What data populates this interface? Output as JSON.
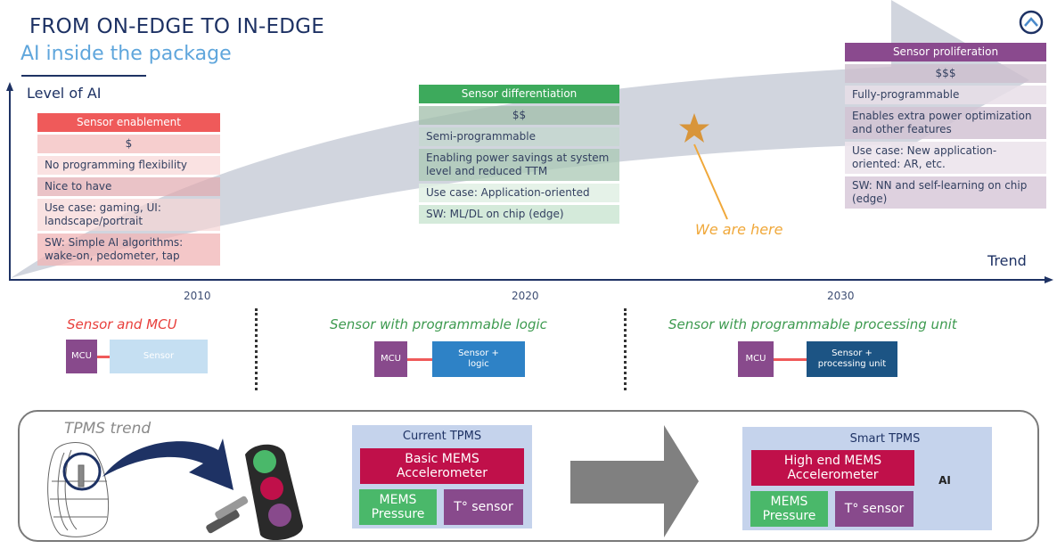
{
  "header": {
    "title": "FROM ON-EDGE TO IN-EDGE",
    "subtitle": "AI inside the package",
    "nav_icon": "chevron-up-circle-icon"
  },
  "axes": {
    "y_label": "Level of AI",
    "x_label": "Trend",
    "years": [
      "2010",
      "2020",
      "2030"
    ]
  },
  "colors": {
    "navy": "#1e3264",
    "light_blue": "#5fa6dc",
    "red": "#ef5a5a",
    "green": "#3daa5c",
    "purple": "#884a8c",
    "star": "#e29a34",
    "gray_arrow": "#c9ced8"
  },
  "stages": [
    {
      "header": "Sensor enablement",
      "cost": "$",
      "rows": [
        "No programming flexibility",
        "Nice to have",
        "Use case: gaming, UI: landscape/portrait",
        "SW: Simple AI algorithms: wake-on, pedometer, tap"
      ]
    },
    {
      "header": "Sensor differentiation",
      "cost": "$$",
      "rows": [
        "Semi-programmable",
        "Enabling power savings at system level and reduced TTM",
        "Use case: Application-oriented",
        "SW: ML/DL on chip (edge)"
      ]
    },
    {
      "header": "Sensor proliferation",
      "cost": "$$$",
      "rows": [
        "Fully-programmable",
        "Enables extra power optimization and other features",
        "Use case: New application-oriented: AR, etc.",
        "SW: NN and self-learning on chip (edge)"
      ]
    }
  ],
  "marker": {
    "label": "We are here",
    "icon": "star-icon"
  },
  "architectures": [
    {
      "title": "Sensor and MCU",
      "mcu": "MCU",
      "sensor": "Sensor",
      "color": "#e8403c"
    },
    {
      "title": "Sensor with programmable logic",
      "mcu": "MCU",
      "sensor": "Sensor + logic",
      "color": "#3d9a4f"
    },
    {
      "title": "Sensor with programmable processing unit",
      "mcu": "MCU",
      "sensor": "Sensor + processing unit",
      "color": "#3d9a4f"
    }
  ],
  "tpms": {
    "title": "TPMS trend",
    "current": {
      "title": "Current TPMS",
      "accelerometer": "Basic MEMS Accelerometer",
      "pressure": "MEMS Pressure",
      "temperature": "T° sensor"
    },
    "smart": {
      "title": "Smart TPMS",
      "accelerometer": "High end MEMS Accelerometer",
      "pressure": "MEMS Pressure",
      "temperature": "T° sensor",
      "ai_chip_label": "AI"
    }
  }
}
